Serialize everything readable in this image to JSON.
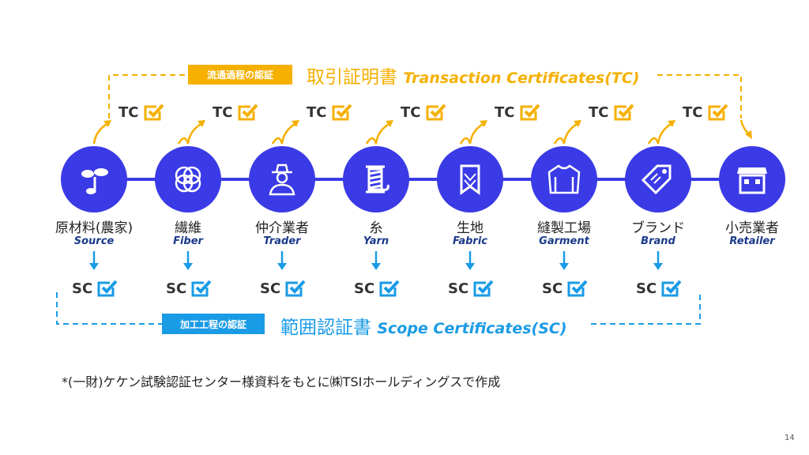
{
  "colors": {
    "node": "#3a3ae6",
    "tc": "#f5b000",
    "sc": "#1a9be6"
  },
  "tc": {
    "badge": "流通過程の認証",
    "title_jp": "取引証明書",
    "title_en": "Transaction Certificates(TC)",
    "label": "TC"
  },
  "sc": {
    "badge": "加工工程の認証",
    "title_jp": "範囲認証書",
    "title_en": "Scope Certificates(SC)",
    "label": "SC"
  },
  "nodes": [
    {
      "jp": "原材料(農家)",
      "en": "Source",
      "icon": "sprout-icon"
    },
    {
      "jp": "繊維",
      "en": "Fiber",
      "icon": "fiber-icon"
    },
    {
      "jp": "仲介業者",
      "en": "Trader",
      "icon": "agent-icon"
    },
    {
      "jp": "糸",
      "en": "Yarn",
      "icon": "spool-icon"
    },
    {
      "jp": "生地",
      "en": "Fabric",
      "icon": "fabric-icon"
    },
    {
      "jp": "縫製工場",
      "en": "Garment",
      "icon": "sweater-icon"
    },
    {
      "jp": "ブランド",
      "en": "Brand",
      "icon": "tag-icon"
    },
    {
      "jp": "小売業者",
      "en": "Retailer",
      "icon": "store-icon"
    }
  ],
  "footnote": "*(一財)ケケン試験認証センター様資料をもとに㈱TSIホールディングスで作成",
  "page_number": "14"
}
